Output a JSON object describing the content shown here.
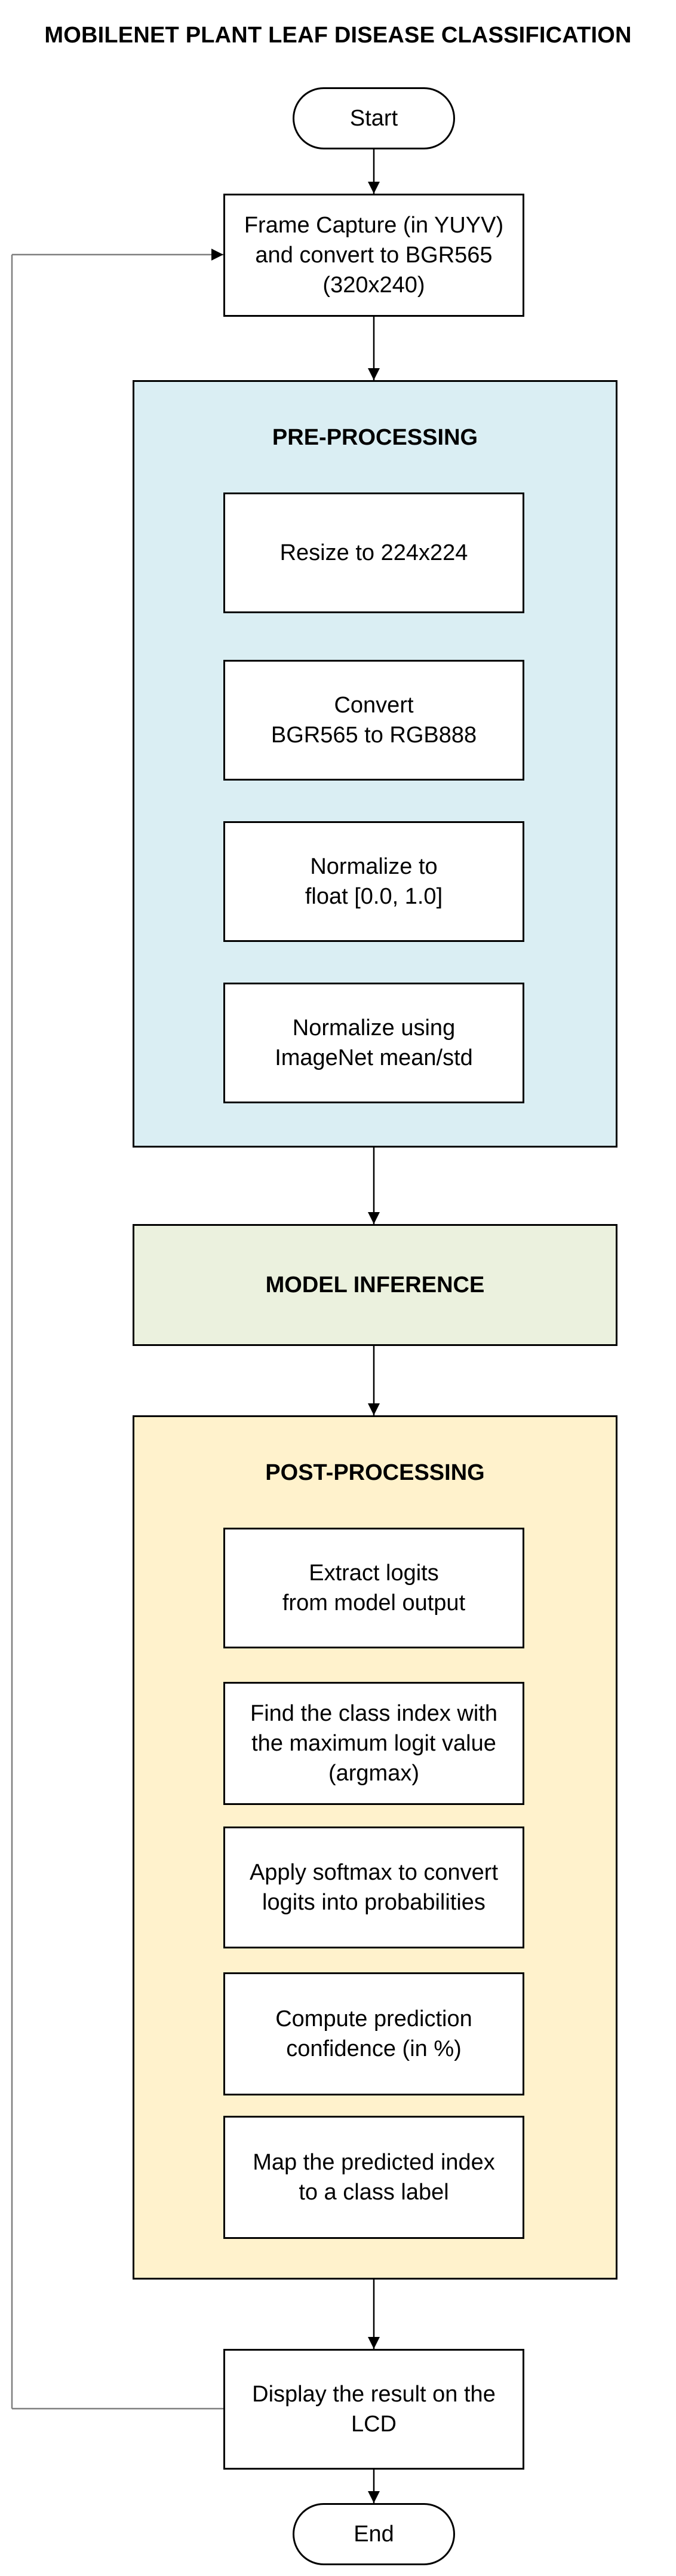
{
  "title": "MOBILENET PLANT LEAF DISEASE CLASSIFICATION",
  "colors": {
    "pre_processing_fill": "#daeef3",
    "model_inference_fill": "#ebf1de",
    "post_processing_fill": "#fff2cc",
    "loop_line": "#7f7f7f",
    "stroke": "#000000"
  },
  "nodes": {
    "start": "Start",
    "frame_capture": [
      "Frame Capture (in YUYV)",
      "and convert to BGR565",
      "(320x240)"
    ],
    "resize": [
      "Resize to 224x224"
    ],
    "convert": [
      "Convert",
      "BGR565 to RGB888"
    ],
    "normalize_float": [
      "Normalize to",
      "float [0.0, 1.0]"
    ],
    "normalize_imagenet": [
      "Normalize using",
      "ImageNet mean/std"
    ],
    "extract_logits": [
      "Extract logits",
      "from model output"
    ],
    "argmax": [
      "Find the class index with",
      "the maximum logit value",
      "(argmax)"
    ],
    "softmax": [
      "Apply softmax to convert",
      "logits into probabilities"
    ],
    "confidence": [
      "Compute prediction",
      "confidence (in %)"
    ],
    "map_label": [
      "Map the predicted index",
      "to a class label"
    ],
    "display": [
      "Display the result on the",
      "LCD"
    ],
    "end": "End"
  },
  "groups": {
    "pre_processing": "PRE-PROCESSING",
    "model_inference": "MODEL INFERENCE",
    "post_processing": "POST-PROCESSING"
  }
}
